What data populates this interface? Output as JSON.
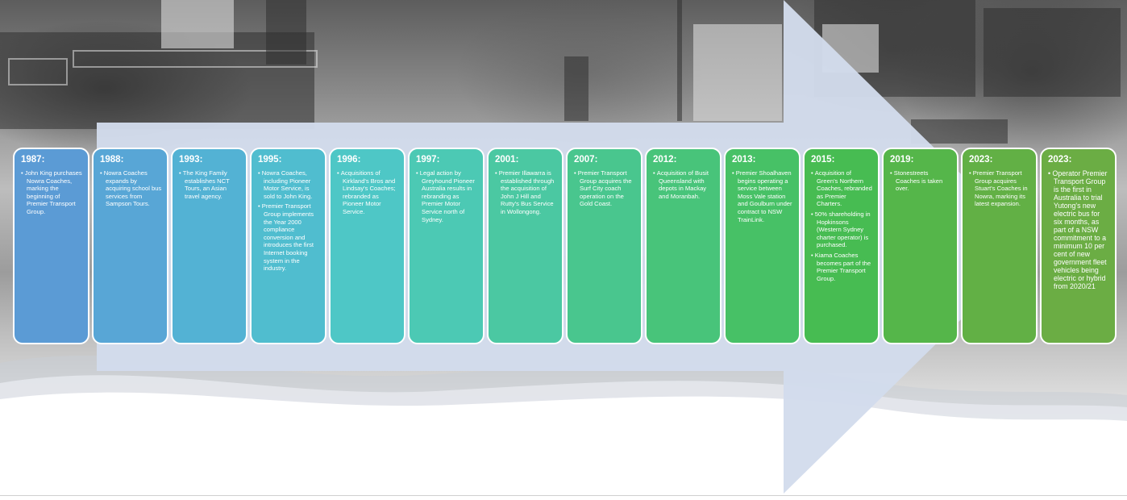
{
  "colors": {
    "arrow": "#d2dcec",
    "card_border": "#ffffff",
    "text": "#ffffff"
  },
  "timeline": [
    {
      "year": "1987:",
      "color": "#5b9bd5",
      "events": [
        "John King purchases Nowra Coaches, marking the beginning of Premier Transport Group."
      ]
    },
    {
      "year": "1988:",
      "color": "#58a6d6",
      "events": [
        "Nowra Coaches expands by acquiring school bus services from Sampson Tours."
      ]
    },
    {
      "year": "1993:",
      "color": "#53b2d4",
      "events": [
        "The King Family establishes NCT Tours, an Asian travel agency."
      ]
    },
    {
      "year": "1995:",
      "color": "#50bdcf",
      "events": [
        "Nowra Coaches, including Pioneer Motor Service, is sold to John King.",
        "Premier Transport Group implements the Year 2000 compliance conversion and introduces the first Internet booking system in the industry."
      ]
    },
    {
      "year": "1996:",
      "color": "#4ec7c6",
      "events": [
        "Acquisitions of Kirkland's Bros and Lindsay's Coaches; rebranded as Pioneer Motor Service."
      ]
    },
    {
      "year": "1997:",
      "color": "#4cc9b4",
      "events": [
        "Legal action by Greyhound Pioneer Australia results in rebranding as Premier Motor Service north of Sydney."
      ]
    },
    {
      "year": "2001:",
      "color": "#4bc8a2",
      "events": [
        "Premier Illawarra is established through the acquisition of John J Hill and Rutty's Bus Service in Wollongong."
      ]
    },
    {
      "year": "2007:",
      "color": "#49c68e",
      "events": [
        "Premier Transport Group acquires the Surf City coach operation on the Gold Coast."
      ]
    },
    {
      "year": "2012:",
      "color": "#48c47a",
      "events": [
        "Acquisition of Busit Queensland with depots in Mackay and Moranbah."
      ]
    },
    {
      "year": "2013:",
      "color": "#47c166",
      "events": [
        "Premier Shoalhaven begins operating a service between Moss Vale station and Goulburn under contract to NSW TrainLink."
      ]
    },
    {
      "year": "2015:",
      "color": "#47bc52",
      "events": [
        "Acquisition of Green's Northern Coaches, rebranded as Premier Charters.",
        "50% shareholding in Hopkinsons (Western Sydney charter operator) is purchased.",
        "Kiama Coaches becomes part of the Premier Transport Group."
      ]
    },
    {
      "year": "2019:",
      "color": "#55b64a",
      "events": [
        "Stonestreets Coaches is taken over."
      ]
    },
    {
      "year": "2023:",
      "color": "#62b045",
      "events": [
        "Premier Transport Group acquires Stuart's Coaches in Nowra, marking its latest expansion."
      ]
    },
    {
      "year": "2023:",
      "color": "#6bad44",
      "events": [
        "Operator Premier Transport Group is the first in Australia to trial Yutong's new electric bus for six months, as part of a NSW commitment to a minimum 10 per cent of new government fleet vehicles being electric or hybrid from 2020/21"
      ]
    }
  ]
}
